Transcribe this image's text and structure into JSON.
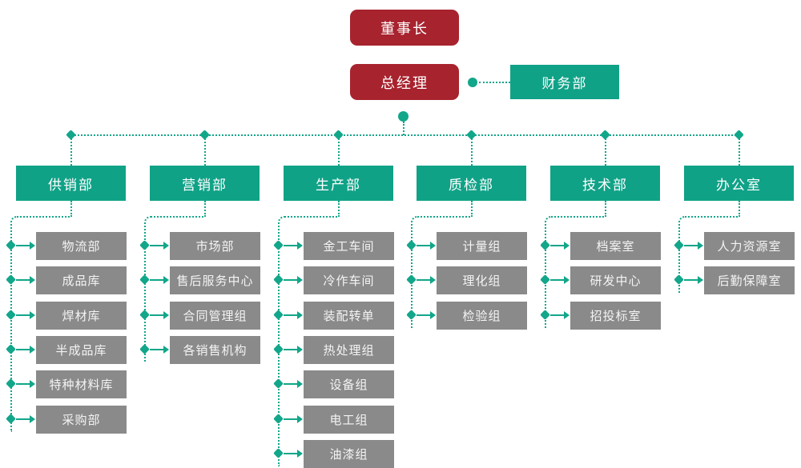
{
  "palette": {
    "red": "#A7232E",
    "teal": "#10A287",
    "connector": "#12A68A",
    "gray": "#8A8A8A"
  },
  "top": {
    "chairman": "董事长",
    "general_manager": "总经理",
    "finance": "财务部"
  },
  "departments": [
    {
      "label": "供销部",
      "children": [
        "物流部",
        "成品库",
        "焊材库",
        "半成品库",
        "特种材料库",
        "采购部"
      ]
    },
    {
      "label": "营销部",
      "children": [
        "市场部",
        "售后服务中心",
        "合同管理组",
        "各销售机构"
      ]
    },
    {
      "label": "生产部",
      "children": [
        "金工车间",
        "冷作车间",
        "装配转单",
        "热处理组",
        "设备组",
        "电工组",
        "油漆组"
      ]
    },
    {
      "label": "质检部",
      "children": [
        "计量组",
        "理化组",
        "检验组"
      ]
    },
    {
      "label": "技术部",
      "children": [
        "档案室",
        "研发中心",
        "招投标室"
      ]
    },
    {
      "label": "办公室",
      "children": [
        "人力资源室",
        "后勤保障室"
      ]
    }
  ]
}
